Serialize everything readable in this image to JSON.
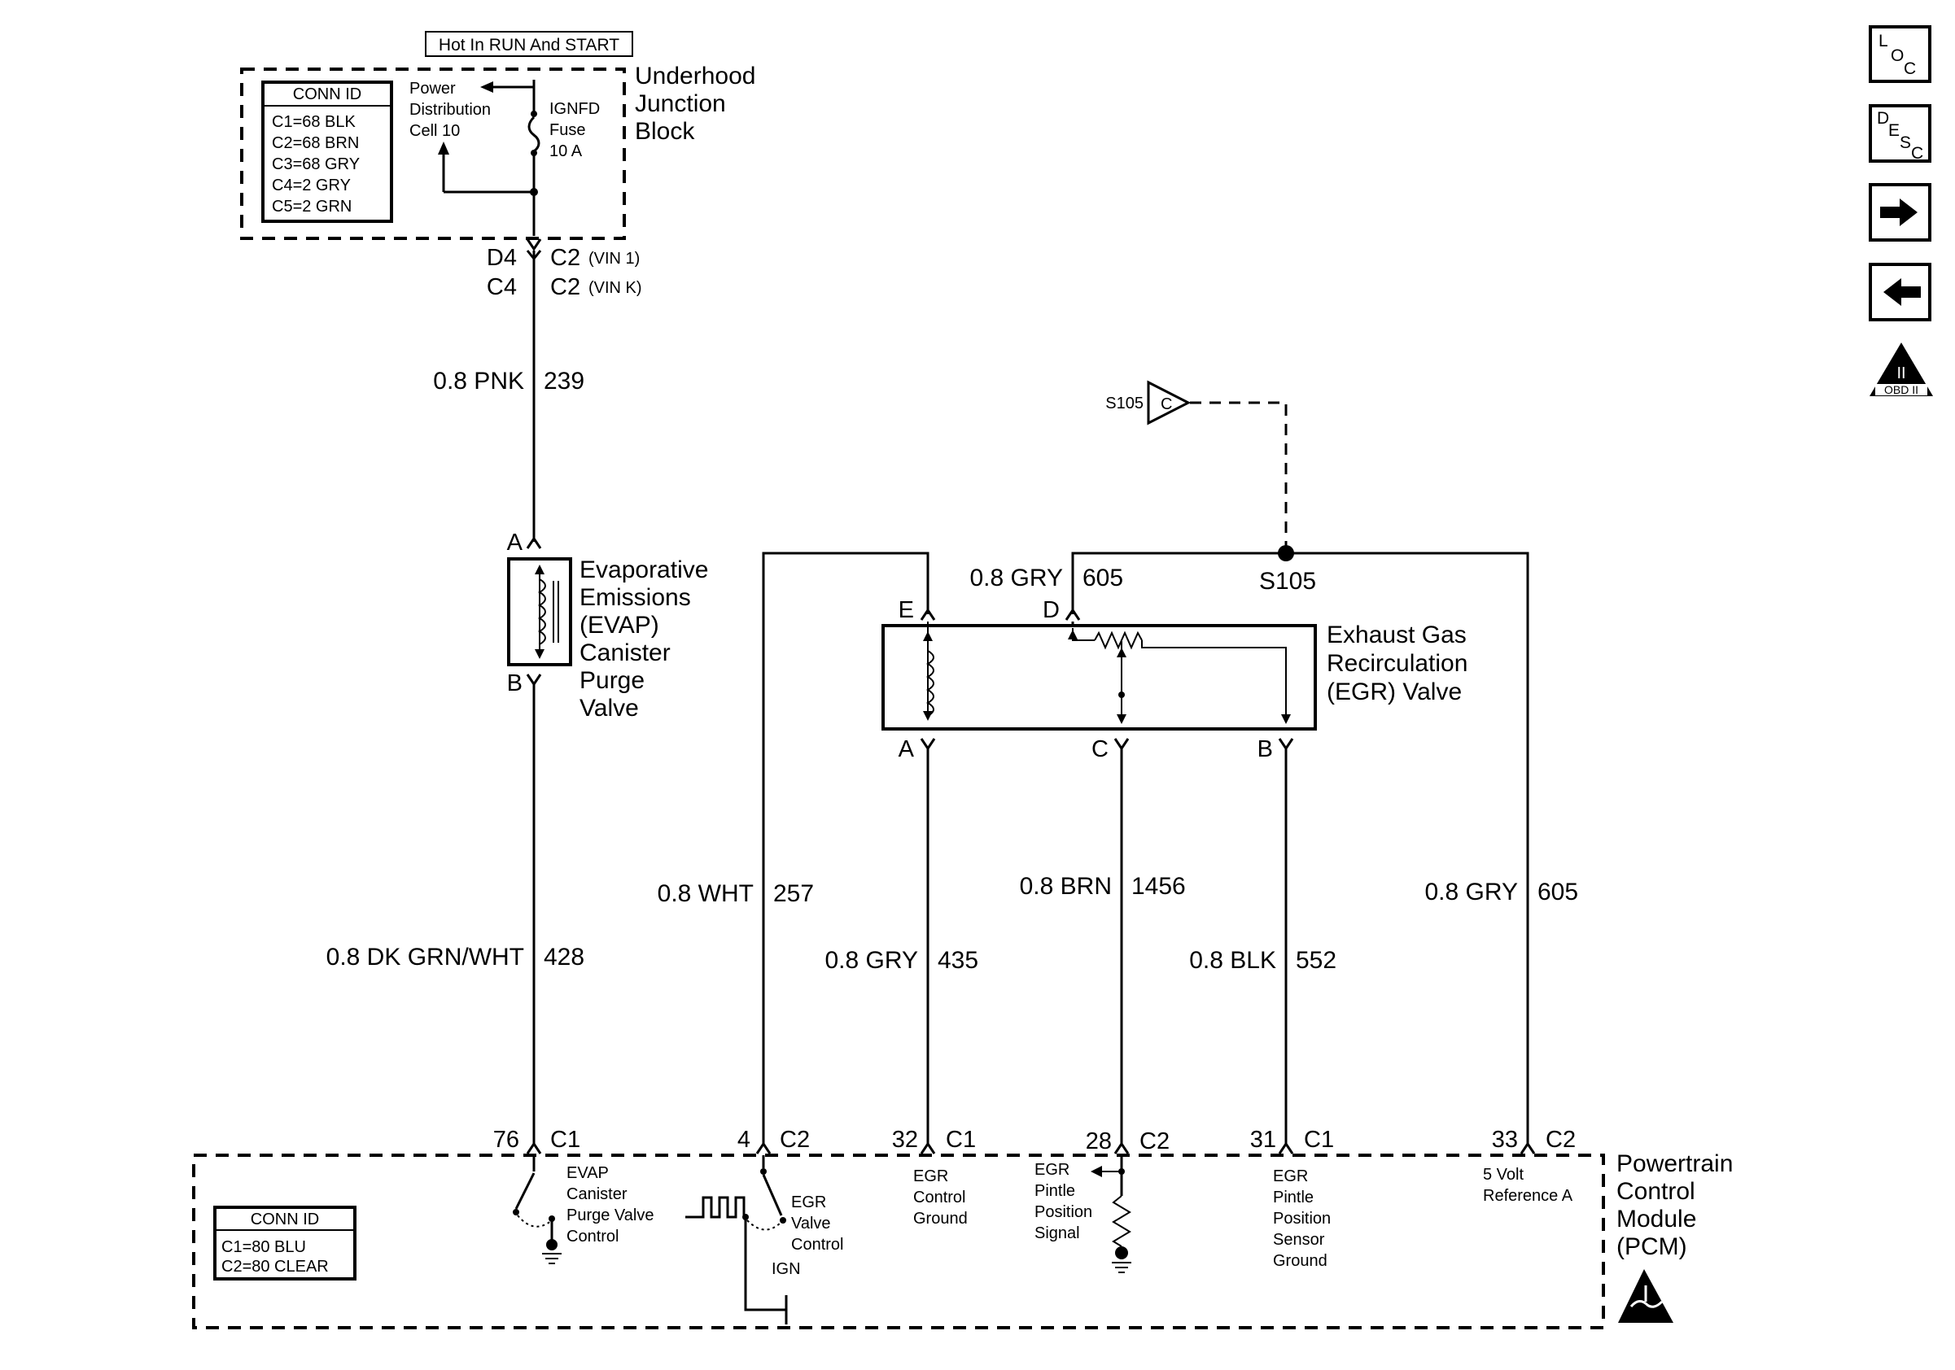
{
  "supply": {
    "hot_label": "Hot In RUN And START",
    "junction_block": [
      "Underhood",
      "Junction",
      "Block"
    ],
    "conn_id": {
      "title": "CONN ID",
      "items": [
        "C1=68 BLK",
        "C2=68 BRN",
        "C3=68 GRY",
        "C4=2 GRY",
        "C5=2 GRN"
      ]
    },
    "power_distribution": [
      "Power",
      "Distribution",
      "Cell 10"
    ],
    "fuse": [
      "IGNFD",
      "Fuse",
      "10 A"
    ],
    "conn_left_1": "D4",
    "conn_right_1": "C2",
    "conn_note_1": "(VIN 1)",
    "conn_left_2": "C4",
    "conn_right_2": "C2",
    "conn_note_2": "(VIN K)",
    "wire": {
      "color": "0.8 PNK",
      "circuit": "239"
    }
  },
  "evap_valve": {
    "name": [
      "Evaporative",
      "Emissions",
      "(EVAP)",
      "Canister",
      "Purge",
      "Valve"
    ],
    "pin_a": "A",
    "pin_b": "B",
    "wire": {
      "color": "0.8 DK GRN/WHT",
      "circuit": "428"
    }
  },
  "splice": {
    "ref": "S105",
    "tri_label": "C",
    "label": "S105",
    "wire": {
      "color": "0.8 GRY",
      "circuit": "605"
    }
  },
  "egr_valve": {
    "name": [
      "Exhaust Gas",
      "Recirculation",
      "(EGR) Valve"
    ],
    "pins": {
      "e": "E",
      "d": "D",
      "a": "A",
      "c": "C",
      "b": "B"
    }
  },
  "wires": {
    "w257": {
      "color": "0.8 WHT",
      "circuit": "257"
    },
    "w435": {
      "color": "0.8 GRY",
      "circuit": "435"
    },
    "w1456": {
      "color": "0.8 BRN",
      "circuit": "1456"
    },
    "w552": {
      "color": "0.8 BLK",
      "circuit": "552"
    },
    "w605": {
      "color": "0.8 GRY",
      "circuit": "605"
    }
  },
  "pcm": {
    "name": [
      "Powertrain",
      "Control",
      "Module",
      "(PCM)"
    ],
    "conn_id": {
      "title": "CONN ID",
      "items": [
        "C1=80 BLU",
        "C2=80 CLEAR"
      ]
    },
    "pins": [
      {
        "num": "76",
        "conn": "C1"
      },
      {
        "num": "4",
        "conn": "C2"
      },
      {
        "num": "32",
        "conn": "C1"
      },
      {
        "num": "28",
        "conn": "C2"
      },
      {
        "num": "31",
        "conn": "C1"
      },
      {
        "num": "33",
        "conn": "C2"
      }
    ],
    "evap_ctrl": [
      "EVAP",
      "Canister",
      "Purge Valve",
      "Control"
    ],
    "egr_ctrl": [
      "EGR",
      "Valve",
      "Control"
    ],
    "ign": "IGN",
    "egr_ground": [
      "EGR",
      "Control",
      "Ground"
    ],
    "pintle_signal": [
      "EGR",
      "Pintle",
      "Position",
      "Signal"
    ],
    "pintle_ground": [
      "EGR",
      "Pintle",
      "Position",
      "Sensor",
      "Ground"
    ],
    "ref5v": [
      "5 Volt",
      "Reference A"
    ]
  },
  "nav": {
    "loc": {
      "l1": "L",
      "l2": "O",
      "l3": "C"
    },
    "desc": {
      "l1": "D",
      "l2": "E",
      "l3": "S",
      "l4": "C"
    },
    "obd": {
      "roman": "II",
      "label": "OBD II"
    }
  }
}
